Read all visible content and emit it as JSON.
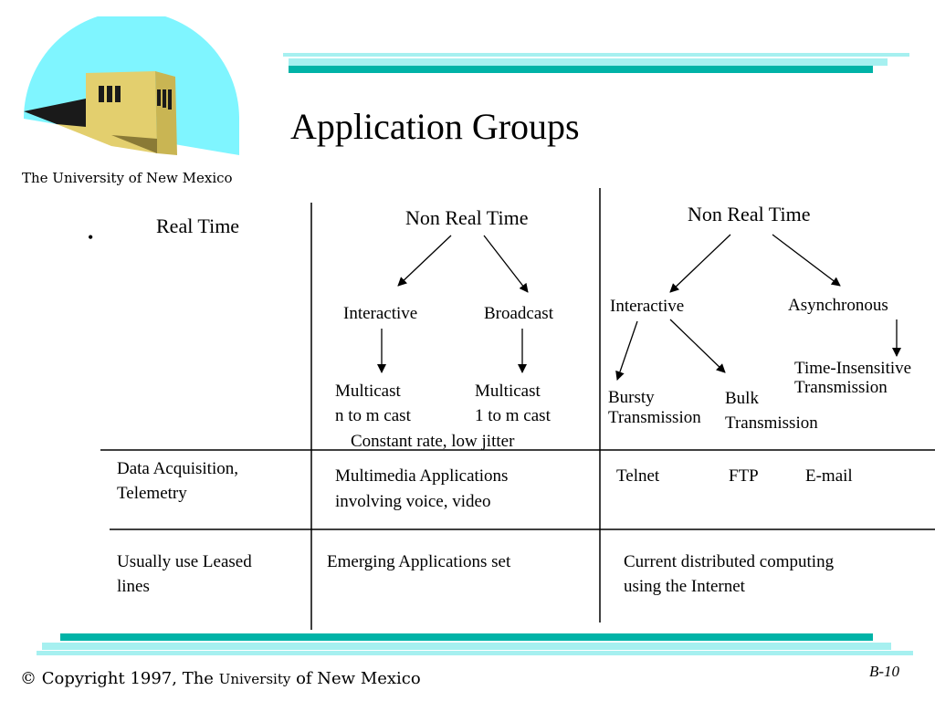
{
  "slide": {
    "title": "Application Groups",
    "university_name": "The University of New Mexico",
    "page_number": "B-10",
    "copyright_prefix": "© Copyright 1997, The",
    "copyright_university": "University",
    "copyright_suffix": "of New Mexico",
    "bullet": "•"
  },
  "columns": {
    "real_time": {
      "header": "Real Time"
    },
    "non_real_time_1": {
      "header": "Non Real Time",
      "left_label": "Interactive",
      "right_label": "Broadcast",
      "left_leaf_line1": "Multicast",
      "left_leaf_line2": "n to m cast",
      "right_leaf_line1": "Multicast",
      "right_leaf_line2": "1 to m cast",
      "note": "Constant rate, low jitter"
    },
    "non_real_time_2": {
      "header": "Non Real Time",
      "left_label": "Interactive",
      "right_label": "Asynchronous",
      "bursty_line1": "Bursty",
      "bursty_line2": "Transmission",
      "bulk_line1": "Bulk",
      "bulk_line2": "Transmission",
      "time_insensitive_line1": "Time-Insensitive",
      "time_insensitive_line2": "Transmission"
    }
  },
  "rows": {
    "examples": {
      "real_time_line1": "Data Acquisition,",
      "real_time_line2": "Telemetry",
      "nrt1_line1": "Multimedia Applications",
      "nrt1_line2": "involving voice, video",
      "telnet": "Telnet",
      "ftp": "FTP",
      "email": "E-mail"
    },
    "usage": {
      "real_time_line1": "Usually use Leased",
      "real_time_line2": "lines",
      "nrt1": "Emerging Applications set",
      "nrt2_line1": "Current distributed computing",
      "nrt2_line2": "using the Internet"
    }
  },
  "colors": {
    "teal_bar": "#00b3a7",
    "light_cyan_bar": "#a6f0f0",
    "logo_sky": "#7ff5ff",
    "building_face": "#e3cf6e",
    "building_shade": "#8a7a36"
  }
}
